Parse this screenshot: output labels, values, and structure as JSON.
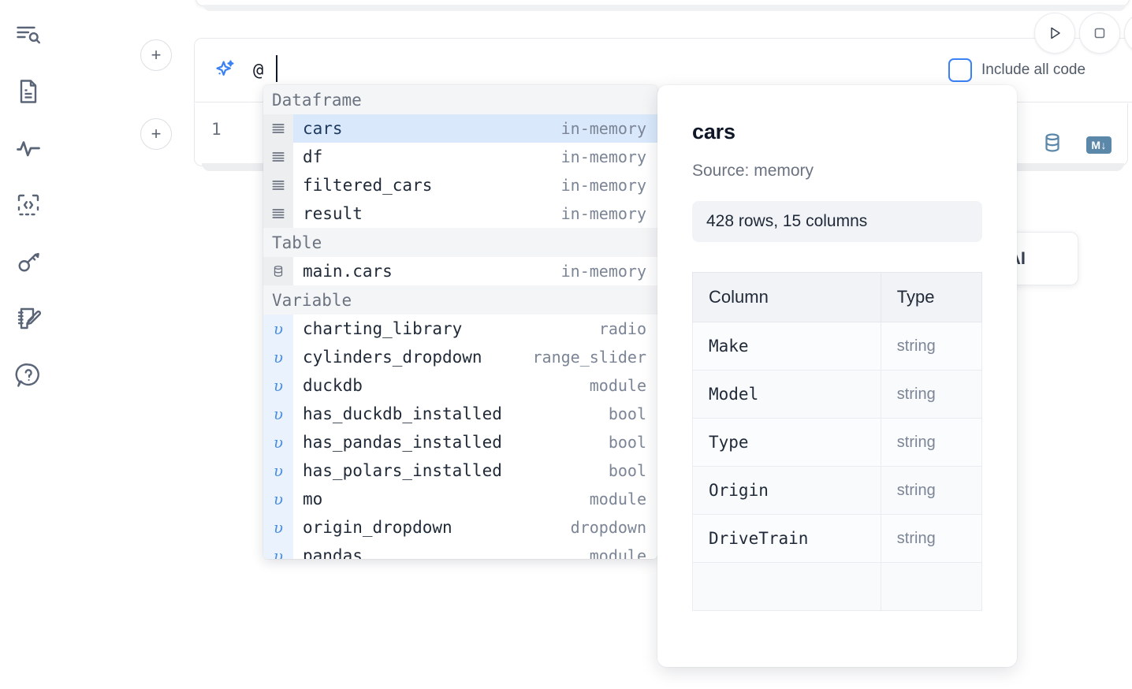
{
  "app": {
    "accent_blue": "#3b82f6",
    "selected_row_bg": "#d9e9fb",
    "md_badge_color": "#5b87a8"
  },
  "sidebar": {
    "items": [
      {
        "name": "outline-search-icon",
        "label": "Search / Outline"
      },
      {
        "name": "file-document-icon",
        "label": "File"
      },
      {
        "name": "activity-pulse-icon",
        "label": "Activity"
      },
      {
        "name": "code-snippet-icon",
        "label": "Snippets"
      },
      {
        "name": "key-icon",
        "label": "Secrets"
      },
      {
        "name": "notebook-edit-icon",
        "label": "Scratchpad"
      },
      {
        "name": "help-chat-icon",
        "label": "Help"
      }
    ]
  },
  "toolbar": {
    "run_label": "Run",
    "stop_label": "Stop",
    "include_all_code_label": "Include all code",
    "include_all_code_checked": false
  },
  "ai_cell": {
    "icon": "sparkle-icon",
    "input_value": "@",
    "input_placeholder": ""
  },
  "code_cell": {
    "line_number": "1",
    "content": "",
    "icons": [
      {
        "name": "database-icon",
        "label": "SQL"
      },
      {
        "name": "markdown-icon",
        "label": "M↓"
      }
    ]
  },
  "ai_float_button": {
    "label": "AI"
  },
  "autocomplete": {
    "groups": [
      {
        "title": "Dataframe",
        "icon": "dataframe-icon",
        "items": [
          {
            "label": "cars",
            "meta": "in-memory",
            "selected": true
          },
          {
            "label": "df",
            "meta": "in-memory",
            "selected": false
          },
          {
            "label": "filtered_cars",
            "meta": "in-memory",
            "selected": false
          },
          {
            "label": "result",
            "meta": "in-memory",
            "selected": false
          }
        ]
      },
      {
        "title": "Table",
        "icon": "table-db-icon",
        "items": [
          {
            "label": "main.cars",
            "meta": "in-memory",
            "selected": false
          }
        ]
      },
      {
        "title": "Variable",
        "icon": "variable-icon",
        "items": [
          {
            "label": "charting_library",
            "meta": "radio",
            "selected": false
          },
          {
            "label": "cylinders_dropdown",
            "meta": "range_slider",
            "selected": false
          },
          {
            "label": "duckdb",
            "meta": "module",
            "selected": false
          },
          {
            "label": "has_duckdb_installed",
            "meta": "bool",
            "selected": false
          },
          {
            "label": "has_pandas_installed",
            "meta": "bool",
            "selected": false
          },
          {
            "label": "has_polars_installed",
            "meta": "bool",
            "selected": false
          },
          {
            "label": "mo",
            "meta": "module",
            "selected": false
          },
          {
            "label": "origin_dropdown",
            "meta": "dropdown",
            "selected": false
          },
          {
            "label": "pandas",
            "meta": "module",
            "selected": false
          }
        ]
      }
    ]
  },
  "doc_panel": {
    "title": "cars",
    "source": "Source: memory",
    "shape": "428 rows, 15 columns",
    "table": {
      "headers": [
        "Column",
        "Type"
      ],
      "rows": [
        {
          "column": "Make",
          "type": "string"
        },
        {
          "column": "Model",
          "type": "string"
        },
        {
          "column": "Type",
          "type": "string"
        },
        {
          "column": "Origin",
          "type": "string"
        },
        {
          "column": "DriveTrain",
          "type": "string"
        },
        {
          "column": "",
          "type": ""
        }
      ]
    }
  }
}
